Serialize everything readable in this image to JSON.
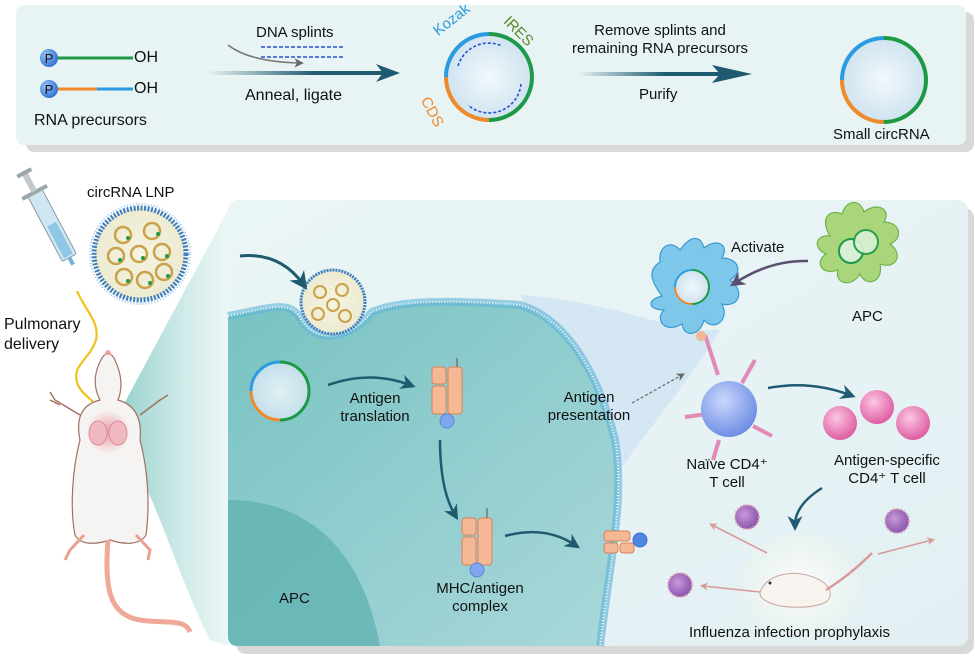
{
  "top_panel": {
    "precursors_label": "RNA precursors",
    "phosphate_symbol": "P",
    "hydroxyl_label": "OH",
    "dna_splints_label": "DNA splints",
    "anneal_label": "Anneal, ligate",
    "segment_labels": {
      "kozak": "Kozak",
      "ires": "IRES",
      "cds": "CDS"
    },
    "remove_label_line1": "Remove splints and",
    "remove_label_line2": "remaining RNA precursors",
    "purify_label": "Purify",
    "product_label": "Small circRNA"
  },
  "bottom_panel": {
    "lnp_label": "circRNA LNP",
    "delivery_label_line1": "Pulmonary",
    "delivery_label_line2": "delivery",
    "antigen_translation_line1": "Antigen",
    "antigen_translation_line2": "translation",
    "antigen_presentation_line1": "Antigen",
    "antigen_presentation_line2": "presentation",
    "mhc_line1": "MHC/antigen",
    "mhc_line2": "complex",
    "cell_label": "APC",
    "activate_label": "Activate",
    "apc_label": "APC",
    "naive_line1": "Naïve CD4⁺",
    "naive_line2": "T cell",
    "specific_line1": "Antigen-specific",
    "specific_line2": "CD4⁺ T cell",
    "prophylaxis_label": "Influenza infection prophylaxis"
  },
  "colors": {
    "ires_green": "#1e9a47",
    "kozak_blue": "#2a9be0",
    "cds_orange": "#ef8a2a",
    "arrow_teal": "#1e5a70",
    "panel_bg": "#e6f2f2",
    "cell_teal": "#8fcaca",
    "splint_blue": "#2a50d0",
    "tcell_pink": "#e26aa8",
    "naive_blue": "#8aa6ec",
    "apc_green": "#9bd06a",
    "apc_blue": "#5fb4e0"
  }
}
